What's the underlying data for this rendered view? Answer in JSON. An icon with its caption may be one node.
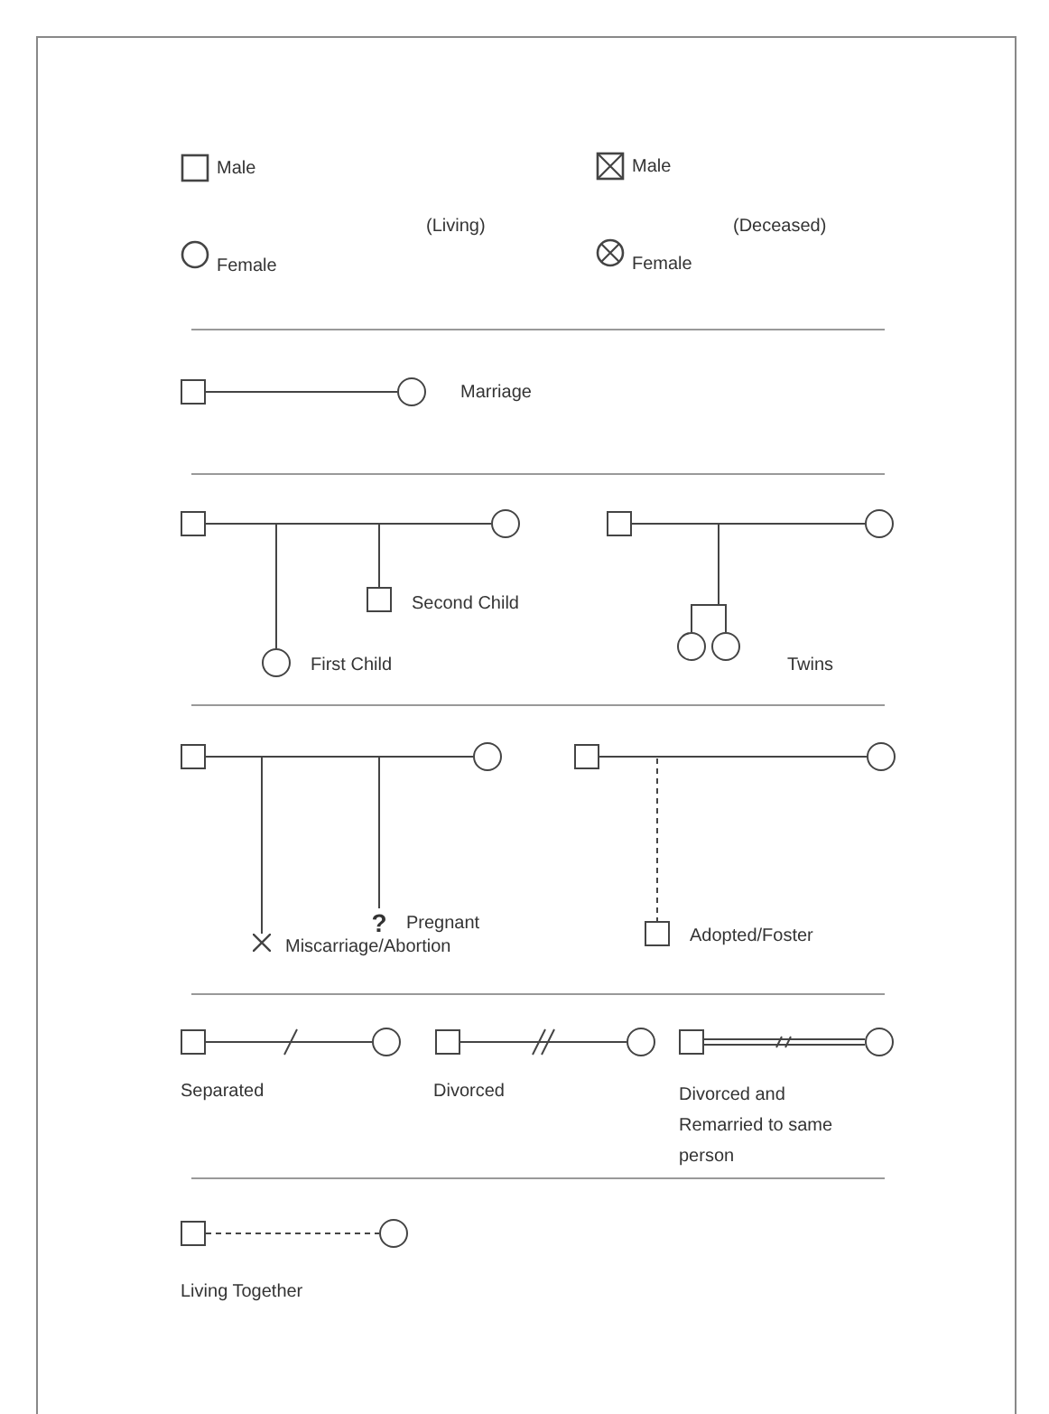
{
  "diagram": {
    "nodes": [
      {
        "text": [],
        "shape": "box"
      },
      {
        "text": [],
        "shape": "circle",
        "beside": [
          "Marriage"
        ]
      },
      {
        "text": [],
        "shape": "box"
      },
      {
        "text": [],
        "shape": "circle"
      },
      {
        "text": [],
        "shape": "circle",
        "beside": [
          "First Child"
        ]
      },
      {
        "text": [],
        "shape": "box",
        "beside": [
          "Second Child"
        ]
      },
      {
        "text": [],
        "shape": "box"
      },
      {
        "text": [],
        "shape": "circle"
      },
      {
        "text": [],
        "shape": "circle"
      },
      {
        "text": [],
        "shape": "circle",
        "beside": [
          "Twins"
        ]
      },
      {
        "text": [],
        "shape": "box"
      },
      {
        "text": [],
        "shape": "circle"
      },
      {
        "text": [
          "?"
        ],
        "beside": [
          "Pregnant"
        ]
      },
      {
        "text": [],
        "shape": "cross",
        "beside": [
          "Miscarriage/Abortion"
        ]
      },
      {
        "text": [],
        "shape": "box"
      },
      {
        "text": [],
        "shape": "circle"
      },
      {
        "text": [],
        "shape": "box",
        "beside": [
          "Adopted/Foster"
        ]
      },
      {
        "text": [],
        "shape": "box",
        "beside": [
          "Separated"
        ]
      },
      {
        "text": [],
        "shape": "circle"
      },
      {
        "text": [],
        "shape": "box",
        "beside": [
          "Divorced"
        ]
      },
      {
        "text": [],
        "shape": "circle"
      },
      {
        "text": [],
        "shape": "box",
        "beside": [
          "Divorced and Remarried to same person"
        ]
      },
      {
        "text": [],
        "shape": "circle"
      },
      {
        "text": [],
        "shape": "box",
        "beside": [
          "Living Together"
        ]
      },
      {
        "text": [],
        "shape": "circle"
      }
    ],
    "edges": [
      {
        "from": 0,
        "to": 1,
        "arrow": "none"
      },
      {
        "from": 2,
        "to": 3,
        "arrow": "none"
      },
      {
        "from": 2,
        "to": 4,
        "arrow": "none"
      },
      {
        "from": 2,
        "to": 5,
        "arrow": "none"
      },
      {
        "from": 6,
        "to": 7,
        "arrow": "none"
      },
      {
        "from": 6,
        "to": 8,
        "arrow": "none"
      },
      {
        "from": 6,
        "to": 9,
        "arrow": "none"
      },
      {
        "from": 10,
        "to": 11,
        "arrow": "none"
      },
      {
        "from": 10,
        "to": 12,
        "arrow": "none"
      },
      {
        "from": 10,
        "to": 13,
        "arrow": "none"
      },
      {
        "from": 14,
        "to": 15,
        "arrow": "none"
      },
      {
        "from": 14,
        "to": 16,
        "arrow": "none",
        "style": "dashed"
      },
      {
        "from": 17,
        "to": 18,
        "arrow": "none"
      },
      {
        "from": 19,
        "to": 20,
        "arrow": "none"
      },
      {
        "from": 21,
        "to": 22,
        "arrow": "none"
      },
      {
        "from": 23,
        "to": 24,
        "arrow": "none",
        "style": "dashed"
      }
    ],
    "labels": [
      "(Living)",
      "(Deceased)"
    ],
    "legend": [
      {
        "text": "Male"
      },
      {
        "text": "Male"
      },
      {
        "text": "Female"
      },
      {
        "text": "Female"
      }
    ]
  }
}
